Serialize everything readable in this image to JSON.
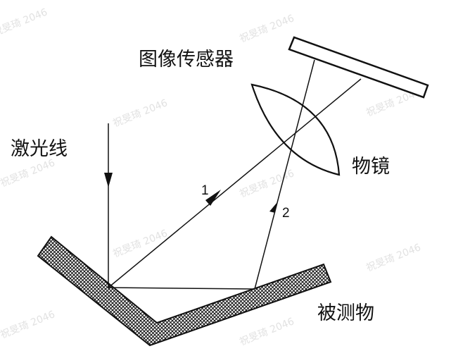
{
  "labels": {
    "image_sensor": "图像传感器",
    "laser_line": "激光线",
    "objective_lens": "物镜",
    "object_under_test": "被测物",
    "ray_1": "1",
    "ray_2": "2"
  },
  "watermark": "祝旻琦 2046",
  "colors": {
    "line": "#111111",
    "background": "#ffffff",
    "watermark": "#e2e2e2"
  }
}
